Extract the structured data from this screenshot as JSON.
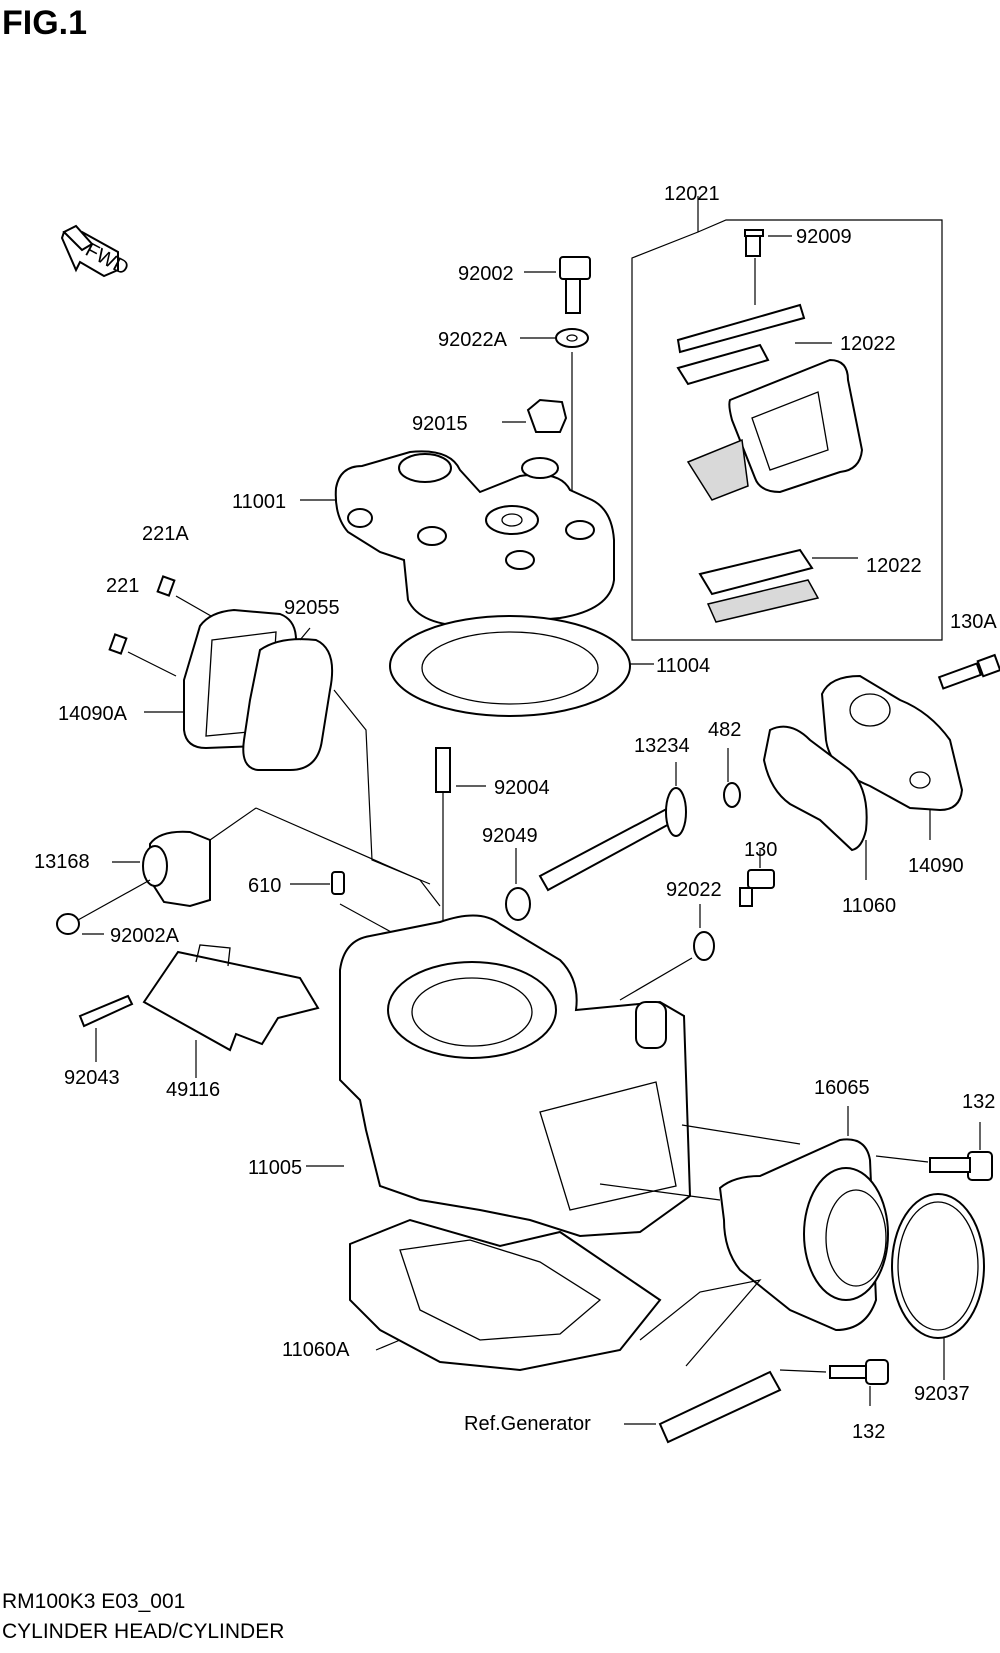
{
  "figure": {
    "title": "FIG.1",
    "fwd_label": "FWD",
    "footer_code": "RM100K3 E03_001",
    "footer_name": "CYLINDER HEAD/CYLINDER"
  },
  "parts": {
    "p12021": "12021",
    "p92009": "92009",
    "p92002": "92002",
    "p92022A": "92022A",
    "p12022_top": "12022",
    "p92015": "92015",
    "p11001": "11001",
    "p221A": "221A",
    "p12022_bottom": "12022",
    "p221": "221",
    "p92055": "92055",
    "p11004": "11004",
    "p130A": "130A",
    "p14090A": "14090A",
    "p482": "482",
    "p13234": "13234",
    "p92004": "92004",
    "p92049": "92049",
    "p130": "130",
    "p14090": "14090",
    "p13168": "13168",
    "p610": "610",
    "p92022": "92022",
    "p11060": "11060",
    "p92002A": "92002A",
    "p92043": "92043",
    "p49116": "49116",
    "p16065": "16065",
    "p132_right": "132",
    "p11005": "11005",
    "p11060A": "11060A",
    "p92037": "92037",
    "ref_generator": "Ref.Generator",
    "p132_bottom": "132"
  }
}
